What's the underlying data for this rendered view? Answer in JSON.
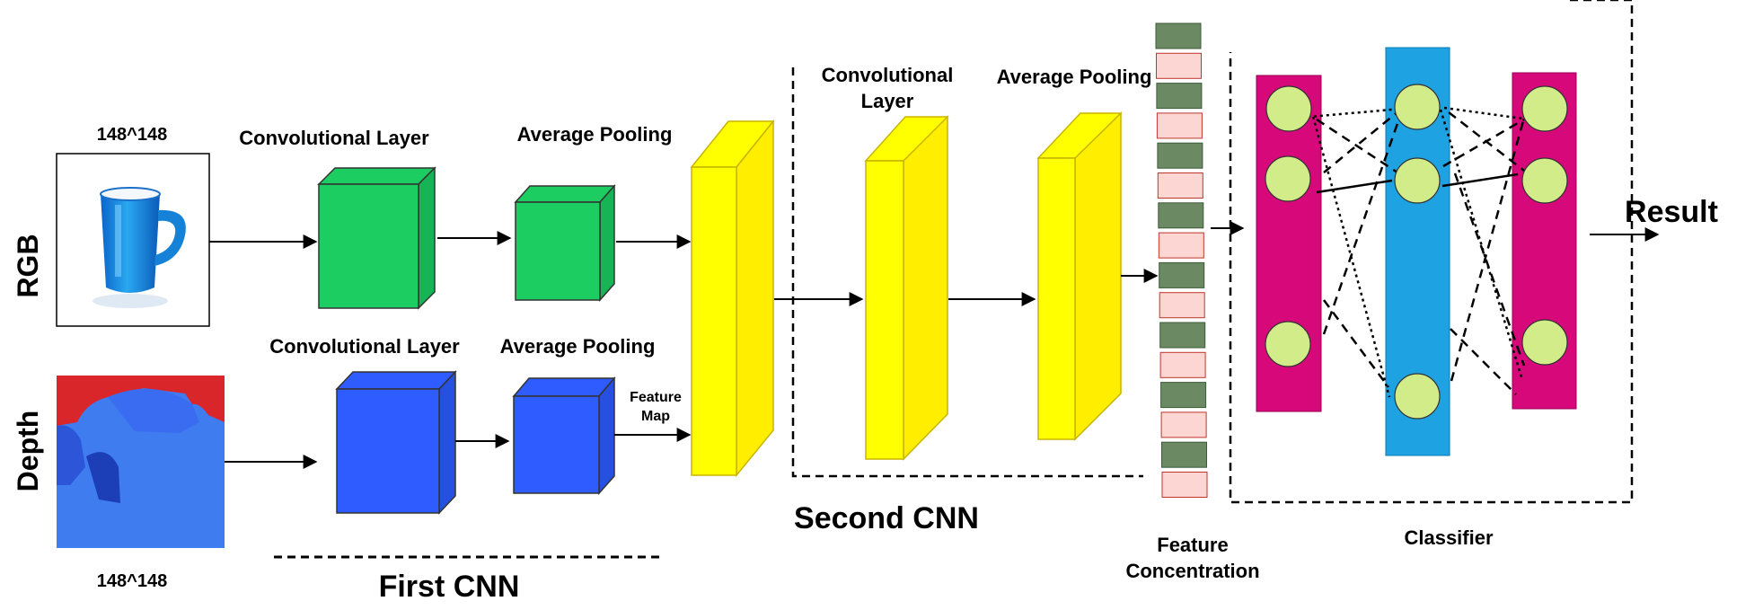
{
  "inputs": {
    "rgb_label": "RGB",
    "depth_label": "Depth",
    "rgb_size": "148^148",
    "depth_size": "148^148",
    "rgb_icon": "blue-cup-image",
    "depth_icon": "depth-map-image"
  },
  "first_cnn": {
    "title": "First CNN",
    "rgb_conv_label": "Convolutional Layer",
    "rgb_pool_label": "Average Pooling",
    "depth_conv_label": "Convolutional Layer",
    "depth_pool_label": "Average Pooling",
    "feature_map_line1": "Feature",
    "feature_map_line2": "Map",
    "rgb_color": "#1ccd62",
    "depth_color": "#2e5cff"
  },
  "second_cnn": {
    "title": "Second CNN",
    "conv_label_line1": "Convolutional",
    "conv_label_line2": "Layer",
    "pool_label": "Average Pooling",
    "block_color": "#ffff00"
  },
  "feature_concentration": {
    "label_line1": "Feature",
    "label_line2": "Concentration",
    "colors": [
      "#6b8a64",
      "#fbd6d2"
    ]
  },
  "classifier": {
    "label": "Classifier",
    "outer_color": "#d6087a",
    "hidden_color": "#1ea2e2",
    "node_color": "#d2ec8a"
  },
  "output": {
    "label": "Result"
  }
}
